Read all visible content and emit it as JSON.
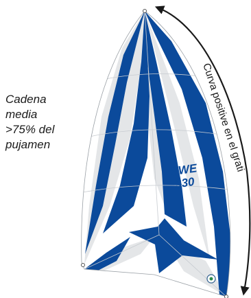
{
  "left_note": {
    "lines": [
      "Cadena",
      "media",
      ">75% del",
      "pujamen"
    ]
  },
  "sail_number": {
    "line1": "SWE",
    "line2": "330"
  },
  "curve_label": "Curva positive en el grati",
  "colors": {
    "blue": "#0b4a9b",
    "light_gray": "#e4e6e8",
    "white": "#ffffff",
    "outline": "#9aa0a6",
    "text": "#1a1a1a"
  }
}
